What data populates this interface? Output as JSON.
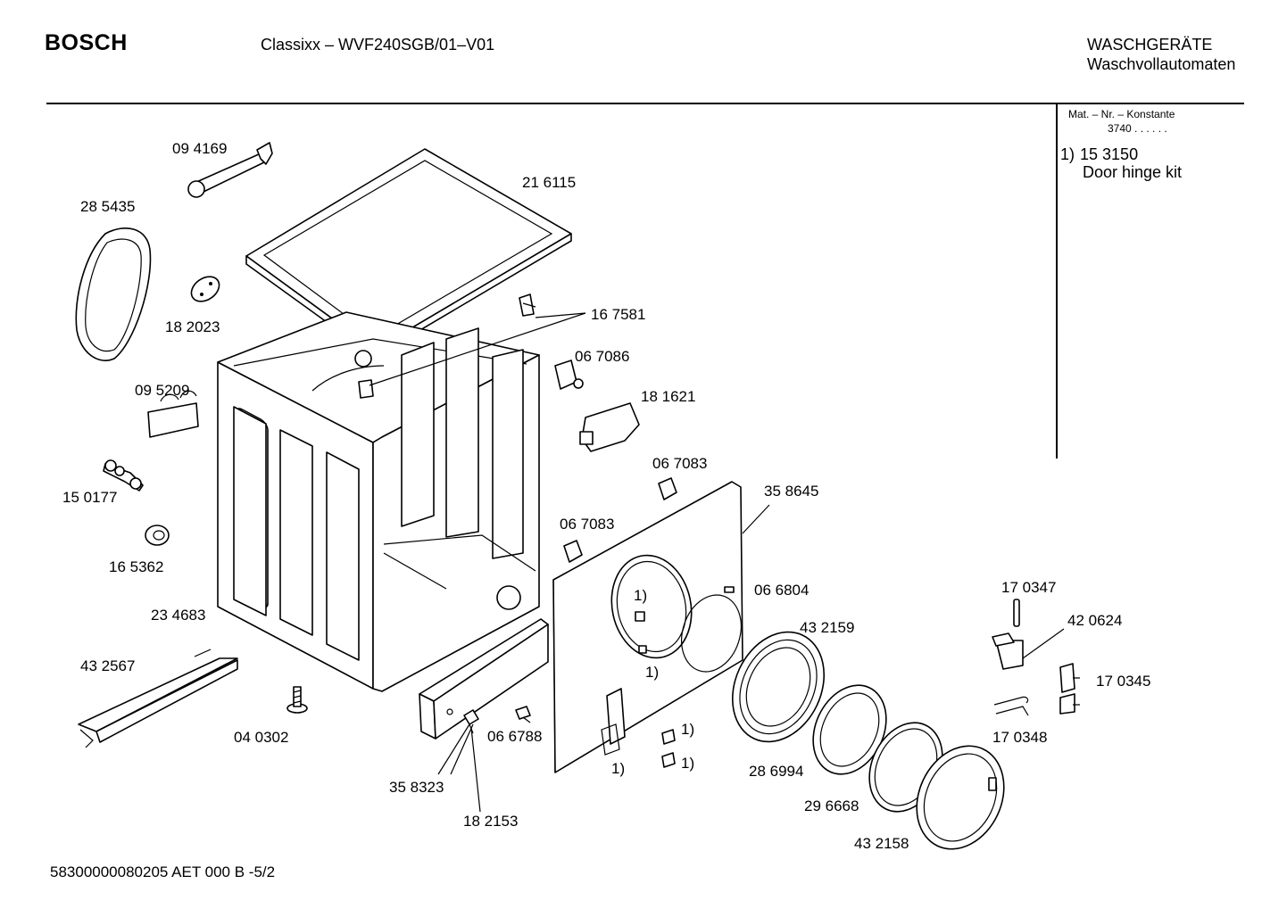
{
  "header": {
    "brand": "BOSCH",
    "model": "Classixx – WVF240SGB/01–V01",
    "category_line1": "WASCHGERÄTE",
    "category_line2": "Waschvollautomaten"
  },
  "side_panel": {
    "heading": "Mat. – Nr. – Konstante",
    "constant": "3740  .  .    .  .  .  .",
    "notes": [
      {
        "marker": "1)",
        "part_number": "15 3150",
        "description": "Door hinge kit"
      }
    ]
  },
  "footer": {
    "doc_code": "58300000080205 AET 000 B -5/2"
  },
  "parts": [
    {
      "number": "09 4169",
      "depicts": "wrench"
    },
    {
      "number": "21 6115",
      "depicts": "worktop"
    },
    {
      "number": "28 5435",
      "depicts": "seal"
    },
    {
      "number": "18 2023",
      "depicts": "cap"
    },
    {
      "number": "16 7581",
      "depicts": "clip"
    },
    {
      "number": "06 7086",
      "depicts": "bracket"
    },
    {
      "number": "18 1621",
      "depicts": "module"
    },
    {
      "number": "09 5209",
      "depicts": "clamp"
    },
    {
      "number": "15 0177",
      "depicts": "valve"
    },
    {
      "number": "06 7083",
      "depicts": "clip"
    },
    {
      "number": "06 7083",
      "depicts": "clip"
    },
    {
      "number": "35 8645",
      "depicts": "front-panel"
    },
    {
      "number": "16 5362",
      "depicts": "foot"
    },
    {
      "number": "23 4683",
      "depicts": "cabinet"
    },
    {
      "number": "06 6804",
      "depicts": "ring"
    },
    {
      "number": "17 0347",
      "depicts": "pin"
    },
    {
      "number": "43 2159",
      "depicts": "door-ring"
    },
    {
      "number": "42 0624",
      "depicts": "handle"
    },
    {
      "number": "43 2567",
      "depicts": "plinth"
    },
    {
      "number": "17 0345",
      "depicts": "hinge"
    },
    {
      "number": "04 0302",
      "depicts": "foot"
    },
    {
      "number": "06 6788",
      "depicts": "screw"
    },
    {
      "number": "17 0348",
      "depicts": "spring"
    },
    {
      "number": "28 6994",
      "depicts": "glass"
    },
    {
      "number": "35 8323",
      "depicts": "plinth-panel"
    },
    {
      "number": "29 6668",
      "depicts": "inner-ring"
    },
    {
      "number": "18 2153",
      "depicts": "screw"
    },
    {
      "number": "43 2158",
      "depicts": "outer-ring"
    }
  ],
  "footnote_markers": [
    "1)",
    "1)",
    "1)",
    "1)",
    "1)"
  ]
}
